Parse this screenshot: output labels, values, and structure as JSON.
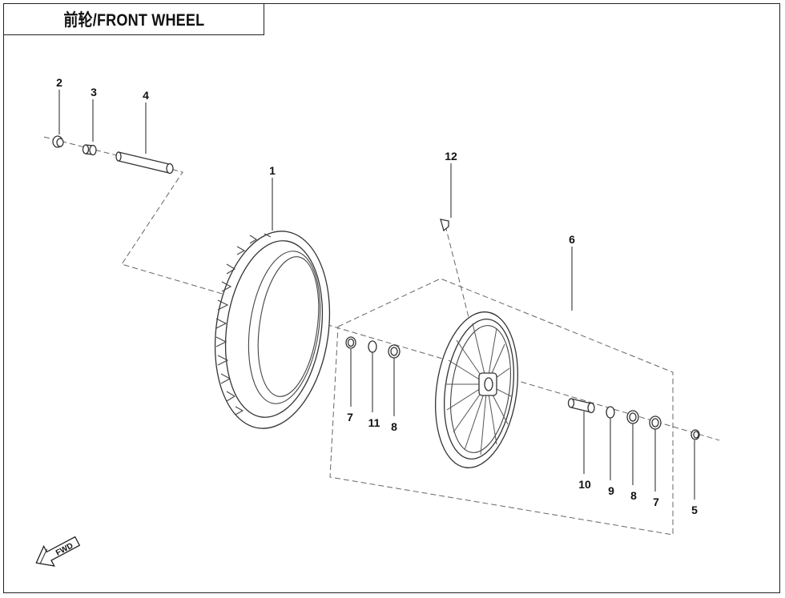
{
  "title": "前轮/FRONT WHEEL",
  "fwd_label": "FWD",
  "callouts": [
    {
      "id": "c1",
      "label": "1"
    },
    {
      "id": "c2",
      "label": "2"
    },
    {
      "id": "c3",
      "label": "3"
    },
    {
      "id": "c4",
      "label": "4"
    },
    {
      "id": "c5",
      "label": "5"
    },
    {
      "id": "c6",
      "label": "6"
    },
    {
      "id": "c7a",
      "label": "7"
    },
    {
      "id": "c7b",
      "label": "7"
    },
    {
      "id": "c8a",
      "label": "8"
    },
    {
      "id": "c8b",
      "label": "8"
    },
    {
      "id": "c9",
      "label": "9"
    },
    {
      "id": "c10",
      "label": "10"
    },
    {
      "id": "c11",
      "label": "11"
    },
    {
      "id": "c12",
      "label": "12"
    }
  ]
}
